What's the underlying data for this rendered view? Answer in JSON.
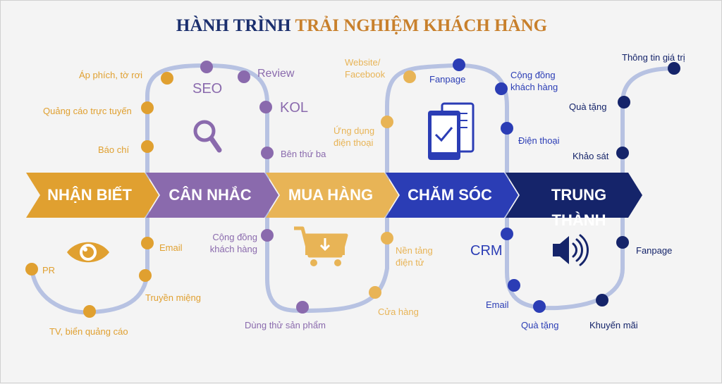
{
  "title": {
    "part1": "HÀNH TRÌNH",
    "part2": "TRẢI NGHIỆM KHÁCH HÀNG"
  },
  "colors": {
    "title_dark": "#1b2f6e",
    "title_orange": "#c8802c",
    "stage1": "#e0a030",
    "stage2": "#8a6aad",
    "stage3": "#e8b456",
    "stage4": "#2b3db5",
    "stage5": "#15246a",
    "path": "#b7c2e2"
  },
  "stages": [
    {
      "label": "NHẬN BIẾT"
    },
    {
      "label": "CÂN NHẮC"
    },
    {
      "label": "MUA HÀNG"
    },
    {
      "label": "CHĂM SÓC"
    },
    {
      "label": "TRUNG THÀNH"
    }
  ],
  "touchpoints": {
    "nhan_biet": [
      "Áp phích, tờ rơi",
      "Quảng cáo trực tuyến",
      "Báo chí",
      "Email",
      "Truyền miệng",
      "TV, biển quảng cáo",
      "PR"
    ],
    "can_nhac": [
      "SEO",
      "Review",
      "KOL",
      "Bên thứ ba",
      "Cộng đồng khách hàng",
      "Dùng thử sản phẩm"
    ],
    "mua_hang": [
      "Website/ Facebook",
      "Ứng dụng điện thoại",
      "Nền tảng điện tử",
      "Cửa hàng"
    ],
    "cham_soc": [
      "Fanpage",
      "Cộng đồng khách hàng",
      "Điện thoại",
      "CRM",
      "Email",
      "Quà tặng"
    ],
    "trung_thanh": [
      "Thông tin giá trị",
      "Quà tặng",
      "Khảo sát",
      "Fanpage",
      "Khuyến mãi"
    ]
  },
  "labels": {
    "ap_phich": "Áp phích, tờ rơi",
    "quang_cao": "Quảng cáo trực tuyến",
    "bao_chi": "Báo chí",
    "email1": "Email",
    "truyen_mieng": "Truyền miệng",
    "tv": "TV, biển quảng cáo",
    "pr": "PR",
    "seo": "SEO",
    "review": "Review",
    "kol": "KOL",
    "ben_thu_ba": "Bên thứ ba",
    "cong_dong1_a": "Cộng đồng",
    "cong_dong1_b": "khách hàng",
    "dung_thu": "Dùng thử sản phẩm",
    "website_a": "Website/",
    "website_b": "Facebook",
    "ung_dung_a": "Ứng dụng",
    "ung_dung_b": "điện thoại",
    "nen_tang_a": "Nền tảng",
    "nen_tang_b": "điện tử",
    "cua_hang": "Cửa hàng",
    "fanpage1": "Fanpage",
    "cong_dong2_a": "Cộng đồng",
    "cong_dong2_b": "khách hàng",
    "dien_thoai": "Điện thoại",
    "crm": "CRM",
    "email2": "Email",
    "qua_tang1": "Quà tặng",
    "thong_tin": "Thông tin giá trị",
    "qua_tang2": "Quà tặng",
    "khao_sat": "Khảo sát",
    "fanpage2": "Fanpage",
    "khuyen_mai": "Khuyến mãi"
  },
  "icons": [
    "eye-icon",
    "magnifier-icon",
    "shopping-cart-icon",
    "mobile-check-icon",
    "speaker-icon"
  ]
}
